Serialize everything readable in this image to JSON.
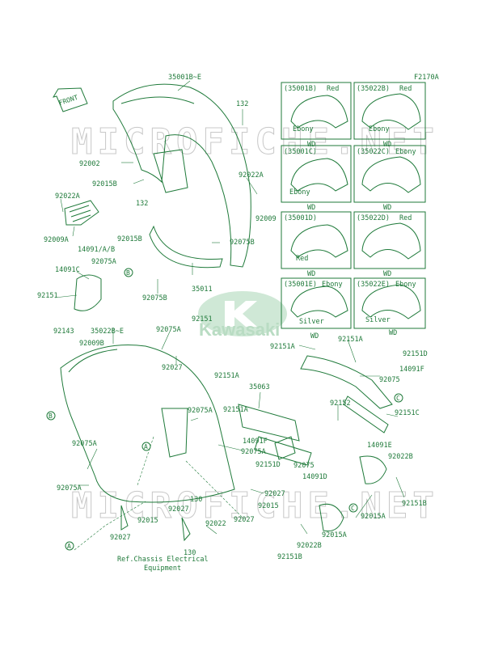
{
  "diagram_code": "F2170A",
  "front_badge": "FRONT",
  "watermark": "MICROFICHE.NET",
  "brand": "Kawasaki",
  "callout_letters": {
    "a": "A",
    "b": "B",
    "c": "C"
  },
  "ref_note": {
    "line1": "Ref.Chassis Electrical",
    "line2": "Equipment"
  },
  "variants": [
    {
      "code": "(35001B)",
      "color1": "Red",
      "color2": "Ebony",
      "wd": "WD"
    },
    {
      "code": "(35022B)",
      "color1": "Red",
      "color2": "Ebony",
      "wd": "WD"
    },
    {
      "code": "(35001C)",
      "color1": "Ebony",
      "wd": "WD"
    },
    {
      "code": "(35022C)",
      "color1": "Ebony",
      "wd": "WD"
    },
    {
      "code": "(35001D)",
      "color1": "Red",
      "wd": "WD"
    },
    {
      "code": "(35022D)",
      "color1": "Red",
      "wd": "WD"
    },
    {
      "code": "(35001E)",
      "color1": "Ebony",
      "color2": "Silver",
      "wd": "WD"
    },
    {
      "code": "(35022E)",
      "color1": "Ebony",
      "color2": "Silver",
      "wd": "WD"
    }
  ],
  "labels": [
    "35001B~E",
    "132",
    "92002",
    "92015B",
    "92022A",
    "132",
    "92022A",
    "92009",
    "92009A",
    "92015B",
    "14091/A/B",
    "92075B",
    "14091C",
    "92075A",
    "35011",
    "92075B",
    "92151",
    "92143",
    "92009B",
    "35022B~E",
    "92075A",
    "92151",
    "92027",
    "92151A",
    "92151A",
    "92151D",
    "14091F",
    "92075",
    "92151A",
    "35063",
    "92151A",
    "92152",
    "92075A",
    "92151C",
    "14091F",
    "92075A",
    "14091E",
    "92022B",
    "92151D",
    "92075",
    "14091D",
    "92075A",
    "92075A",
    "92027",
    "92015",
    "92151B",
    "130",
    "92027",
    "92027",
    "92015A",
    "92015A",
    "92015",
    "92022",
    "92022B",
    "130",
    "92151B"
  ]
}
